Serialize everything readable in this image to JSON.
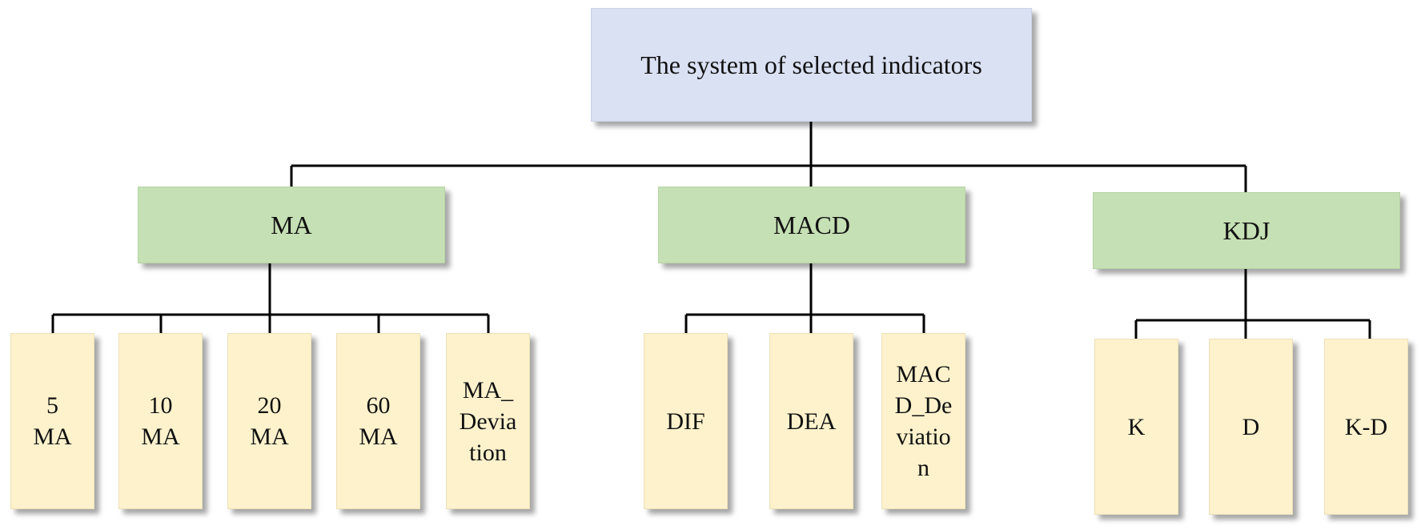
{
  "root": {
    "label": "The system of selected indicators"
  },
  "groups": [
    {
      "label": "MA",
      "children": [
        {
          "lines": [
            "5",
            "MA"
          ]
        },
        {
          "lines": [
            "10",
            "MA"
          ]
        },
        {
          "lines": [
            "20",
            "MA"
          ]
        },
        {
          "lines": [
            "60",
            "MA"
          ]
        },
        {
          "lines": [
            "MA_",
            "Devia",
            "tion"
          ]
        }
      ]
    },
    {
      "label": "MACD",
      "children": [
        {
          "lines": [
            "DIF"
          ]
        },
        {
          "lines": [
            "DEA"
          ]
        },
        {
          "lines": [
            "MAC",
            "D_De",
            "viatio",
            "n"
          ]
        }
      ]
    },
    {
      "label": "KDJ",
      "children": [
        {
          "lines": [
            "K"
          ]
        },
        {
          "lines": [
            "D"
          ]
        },
        {
          "lines": [
            "K-D"
          ]
        }
      ]
    }
  ]
}
